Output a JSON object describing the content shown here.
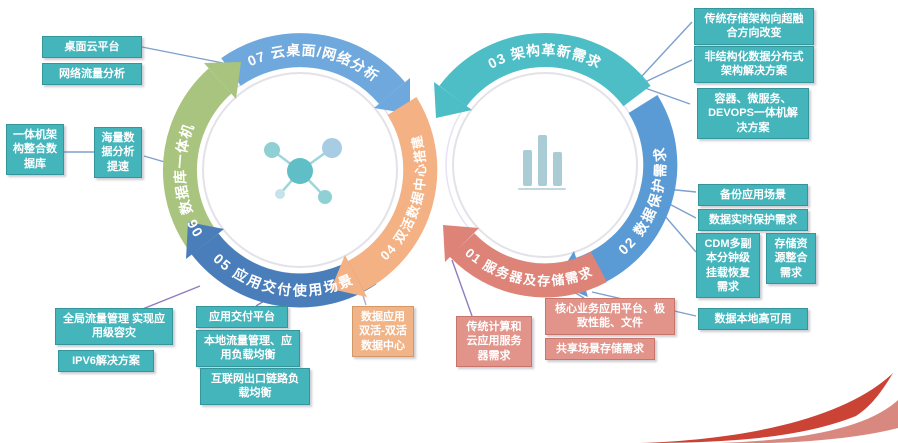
{
  "wheels": {
    "left": {
      "center_icon": "molecule-network-icon",
      "segments": {
        "s07": {
          "label": "07 云桌面/网络分析",
          "color": "#6fa8dc"
        },
        "s06": {
          "label": "06 数据库一体机",
          "color": "#a9c47f"
        },
        "s05": {
          "label": "05 应用交付使用场景",
          "color": "#4a7ebb"
        },
        "s04": {
          "label": "04 双活数据中心搭建",
          "color": "#f4b183"
        }
      }
    },
    "right": {
      "center_icon": "bar-chart-icon",
      "segments": {
        "s03": {
          "label": "03 架构革新需求",
          "color": "#4dbdc6"
        },
        "s02": {
          "label": "02 数据保护需求",
          "color": "#5b9bd5"
        },
        "s01": {
          "label": "01 服务器及存储需求",
          "color": "#dd8378"
        }
      }
    }
  },
  "callouts": {
    "desktop_cloud": "桌面云平台",
    "network_traffic": "网络流量分析",
    "allinone_arch": "一体机架构整合数据库",
    "massive_data": "海量数据分析提速",
    "global_traffic": "全局流量管理 实现应用级容灾",
    "ipv6": "IPV6解决方案",
    "app_delivery": "应用交付平台",
    "local_traffic": "本地流量管理、应用负载均衡",
    "internet_outlet": "互联网出口链路负载均衡",
    "dual_active": "数据应用双活-双活数据中心",
    "traditional_compute": "传统计算和云应用服务器需求",
    "core_business": "核心业务应用平台、极致性能、文件",
    "shared_storage": "共享场景存储需求",
    "hyperconverged": "传统存储架构向超融合方向改变",
    "unstructured": "非结构化数据分布式架构解决方案",
    "container_devops": "容器、微服务、DEVOPS一体机解决方案",
    "backup_scenario": "备份应用场景",
    "realtime_protection": "数据实时保护需求",
    "cdm": "CDM多副本分钟级挂载恢复需求",
    "storage_consolidation": "存储资源整合需求",
    "local_ha": "数据本地高可用"
  },
  "colors": {
    "callout_teal": "#45b5bc",
    "callout_orange": "#f0b488",
    "callout_salmon": "#e2938a",
    "connector_blue": "#7da0cc",
    "connector_purple": "#8f7cc0",
    "swoosh_red": "#cb4335"
  }
}
